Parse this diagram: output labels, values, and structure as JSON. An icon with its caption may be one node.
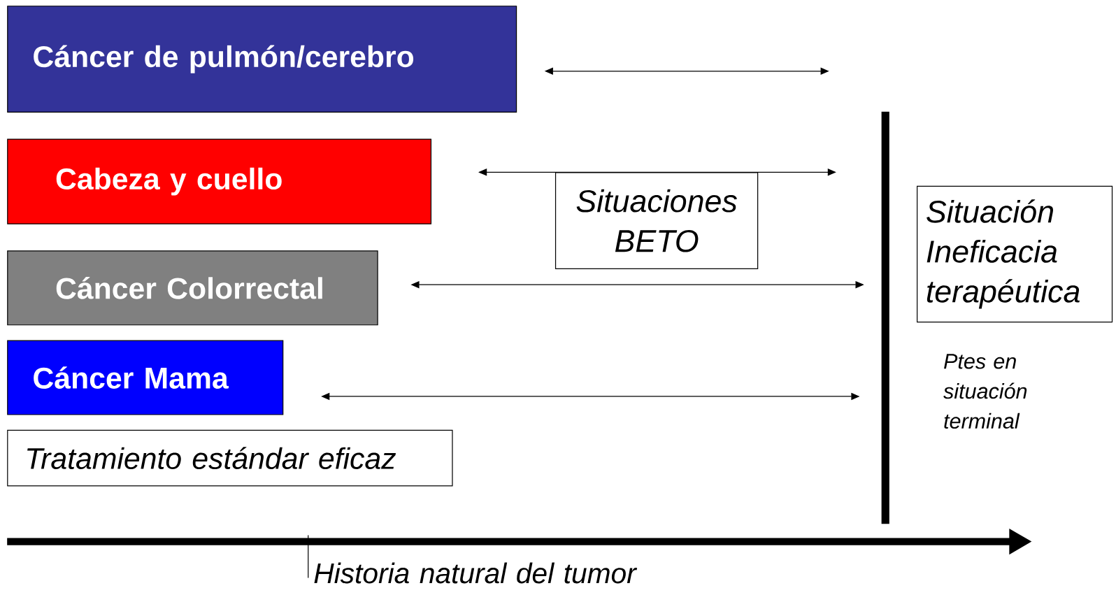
{
  "diagram": {
    "nodes": [
      {
        "text": [
          "Cáncer de pulmón/cerebro"
        ]
      },
      {
        "text": [
          "Cabeza y cuello"
        ]
      },
      {
        "text": [
          "Cáncer Colorrectal"
        ]
      },
      {
        "text": [
          "Cáncer Mama"
        ]
      },
      {
        "text": [
          "Tratamiento estándar eficaz"
        ]
      },
      {
        "text": [
          "Situaciones BETO"
        ]
      },
      {
        "text": [
          "Situación Ineficacia terapéutica"
        ]
      }
    ],
    "edges": [],
    "labels": [
      "Ptes en situación terminal",
      "Historia natural del tumor"
    ]
  }
}
